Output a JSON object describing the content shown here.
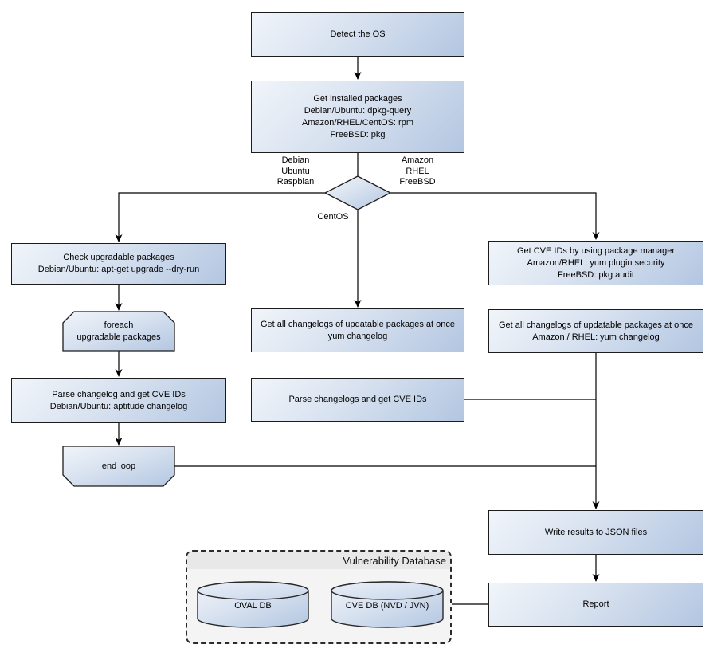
{
  "nodes": {
    "detect_os": {
      "label": "Detect the OS"
    },
    "get_installed_packages": {
      "label": "Get installed packages\nDebian/Ubuntu: dpkg-query\nAmazon/RHEL/CentOS: rpm\nFreeBSD: pkg"
    },
    "check_upgradable_packages": {
      "label": "Check upgradable packages\nDebian/Ubuntu: apt-get upgrade --dry-run"
    },
    "foreach_upgradable_packages": {
      "label": "foreach\nupgradable  packages"
    },
    "parse_changelog_get_cve_ids": {
      "label": "Parse changelog and get  CVE IDs\nDebian/Ubuntu: aptitude changelog"
    },
    "end_loop": {
      "label": "end loop"
    },
    "get_all_changelogs_yum": {
      "label": "Get all changelogs of updatable packages at once\nyum changelog"
    },
    "parse_changelogs_get_cve_ids": {
      "label": "Parse changelogs and get CVE IDs"
    },
    "get_cve_ids_package_manager": {
      "label": "Get CVE IDs by using package manager\nAmazon/RHEL: yum plugin security\nFreeBSD: pkg audit"
    },
    "get_all_changelogs_amazon_rhel": {
      "label": "Get all changelogs of updatable packages at once\nAmazon / RHEL: yum changelog"
    },
    "write_results_to_json": {
      "label": "Write results to JSON files"
    },
    "report": {
      "label": "Report"
    }
  },
  "decision": {
    "left_branch_label": "Debian\nUbuntu\nRaspbian",
    "right_branch_label": "Amazon\nRHEL\nFreeBSD",
    "bottom_branch_label": "CentOS"
  },
  "vulnerability_database": {
    "title": "Vulnerability Database",
    "oval_db_label": "OVAL DB",
    "cve_db_label": "CVE DB (NVD / JVN)"
  },
  "colors": {
    "node_gradient_light": "#f1f5fa",
    "node_gradient_dark": "#b3c6e1",
    "node_border": "#1c1c1c",
    "connector": "#000000",
    "group_fill": "#f4f4f4",
    "group_header_fill": "#e8e8e8",
    "background": "#ffffff"
  }
}
